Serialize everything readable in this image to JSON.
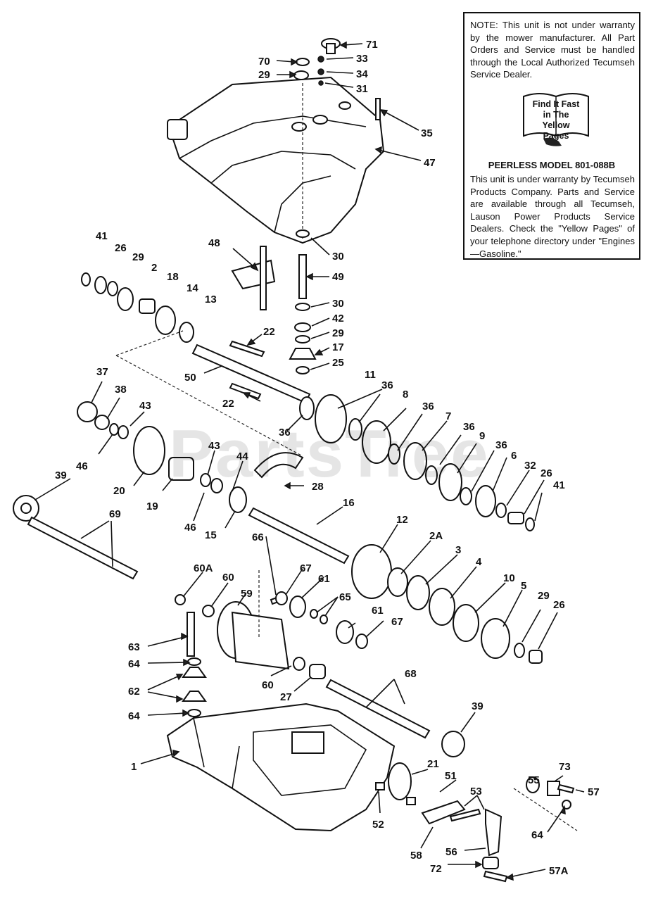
{
  "note": {
    "text": "NOTE: This unit is not under warranty by the mower manufacturer. All Part Orders and Service must be handled through the Local Authorized Tecumseh Service Dealer.",
    "book_text": "Find It Fast in The Yellow Pages",
    "model_title": "PEERLESS MODEL 801-088B",
    "model_text": "This unit is under warranty by Tecumseh Products Company. Parts and Service are available through all Tecumseh, Lauson Power Products Service Dealers. Check the \"Yellow Pages\" of your telephone directory under \"Engines—Gasoline.\""
  },
  "watermark": "PartsTree",
  "callouts": {
    "c71": "71",
    "c70": "70",
    "c33": "33",
    "c29a": "29",
    "c34": "34",
    "c31": "31",
    "c35": "35",
    "c47": "47",
    "c30a": "30",
    "c48": "48",
    "c49": "49",
    "c41a": "41",
    "c26a": "26",
    "c29b": "29",
    "c2": "2",
    "c18": "18",
    "c14": "14",
    "c13": "13",
    "c30b": "30",
    "c42": "42",
    "c29c": "29",
    "c17": "17",
    "c25": "25",
    "c22a": "22",
    "c50": "50",
    "c22b": "22",
    "c37": "37",
    "c38": "38",
    "c43a": "43",
    "c11": "11",
    "c36a": "36",
    "c8": "8",
    "c36b": "36",
    "c7": "7",
    "c36c": "36",
    "c9": "9",
    "c36d": "36",
    "c36e": "36",
    "c6": "6",
    "c32": "32",
    "c26b": "26",
    "c41b": "41",
    "c46a": "46",
    "c43b": "43",
    "c44": "44",
    "c28": "28",
    "c20": "20",
    "c19": "19",
    "c46b": "46",
    "c15": "15",
    "c39a": "39",
    "c69": "69",
    "c16": "16",
    "c12": "12",
    "c2A": "2A",
    "c3": "3",
    "c4": "4",
    "c10": "10",
    "c5": "5",
    "c29d": "29",
    "c26c": "26",
    "c66": "66",
    "c60A": "60A",
    "c60a": "60",
    "c59": "59",
    "c67a": "67",
    "c61a": "61",
    "c65": "65",
    "c61b": "61",
    "c67b": "67",
    "c63": "63",
    "c64a": "64",
    "c62": "62",
    "c64b": "64",
    "c60b": "60",
    "c27": "27",
    "c68": "68",
    "c39b": "39",
    "c1": "1",
    "c21": "21",
    "c51": "51",
    "c53": "53",
    "c52": "52",
    "c58": "58",
    "c56": "56",
    "c55": "55",
    "c73": "73",
    "c57": "57",
    "c64c": "64",
    "c72": "72",
    "c57A": "57A"
  }
}
